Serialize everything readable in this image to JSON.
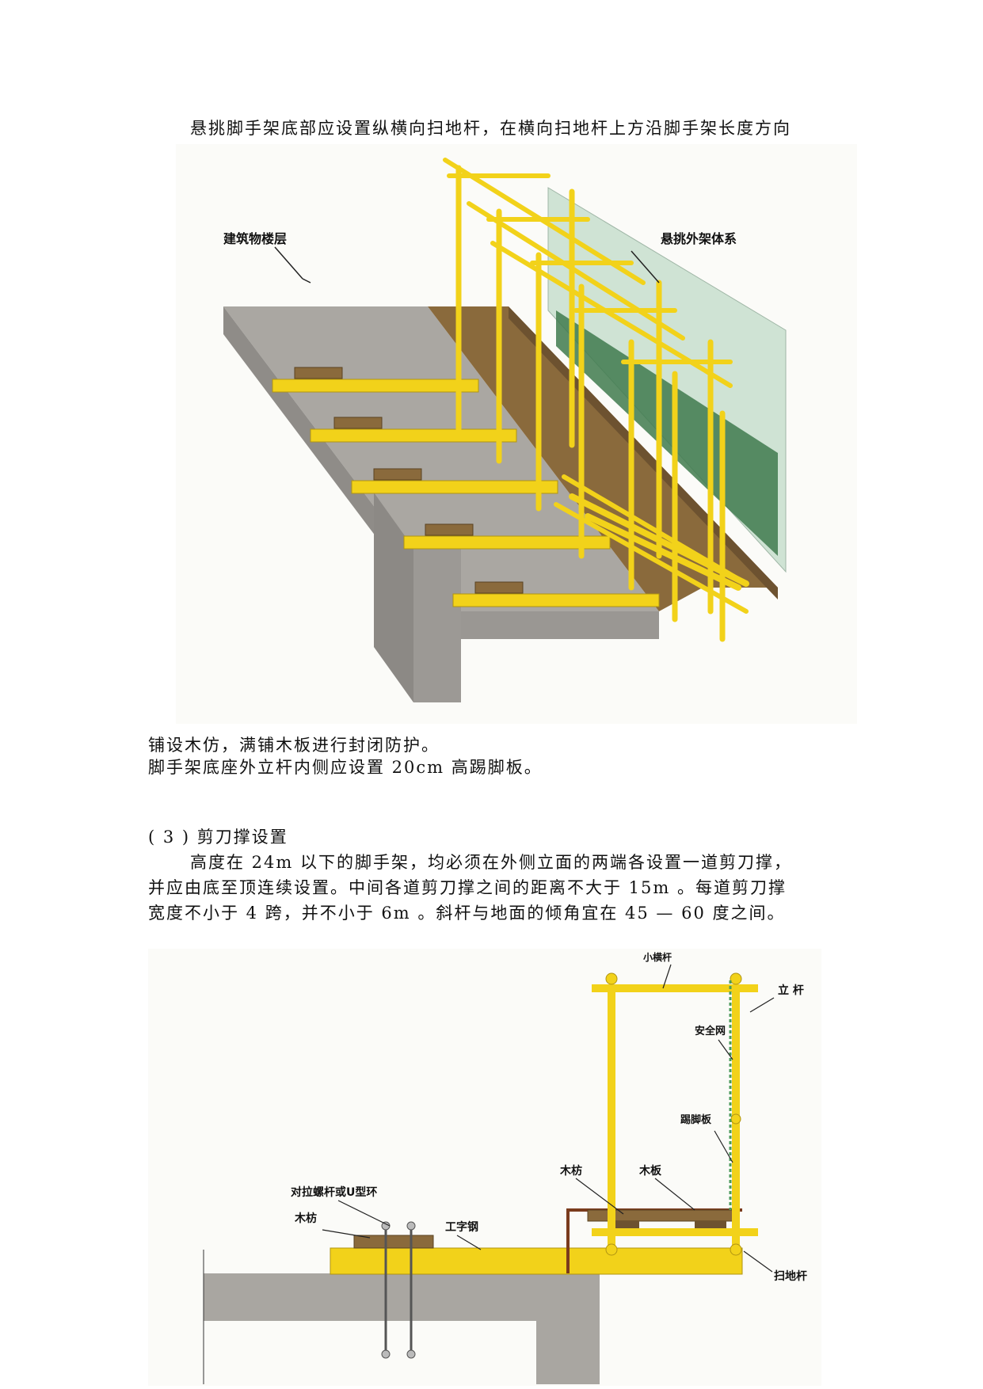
{
  "page": {
    "intro_line": "悬挑脚手架底部应设置纵横向扫地杆，在横向扫地杆上方沿脚手架长度方向",
    "para_after_fig1_1": "铺设木仿，满铺木板进行封闭防护。",
    "para_after_fig1_2": "脚手架底座外立杆内侧应设置 20cm 高踢脚板。",
    "section_heading": "( 3 ) 剪刀撑设置",
    "section_p1": "高度在 24m 以下的脚手架，均必须在外侧立面的两端各设置一道剪刀撑，",
    "section_p2": "并应由底至顶连续设置。中间各道剪刀撑之间的距离不大于 15m 。每道剪刀撑",
    "section_p3": "宽度不小于 4 跨，并不小于 6m 。斜杆与地面的倾角宜在 45 — 60 度之间。"
  },
  "figure1": {
    "label_building": "建筑物楼层",
    "label_system": "悬挑外架体系"
  },
  "figure2": {
    "label_small_bar": "小横杆",
    "label_upright": "立 杆",
    "label_net": "安全网",
    "label_toeboard": "踢脚板",
    "label_batten_right": "木枋",
    "label_board": "木板",
    "label_bolt": "对拉螺杆或U型环",
    "label_batten_left": "木枋",
    "label_ibeam": "工字钢",
    "label_sweep": "扫地杆"
  },
  "colors": {
    "scaffold_yellow": "#f2d21a",
    "concrete_gray": "#a9a6a1",
    "wood_brown": "#8a6a3c",
    "net_green": "#cfe3d4",
    "figure_bg": "#fbfbf8"
  }
}
